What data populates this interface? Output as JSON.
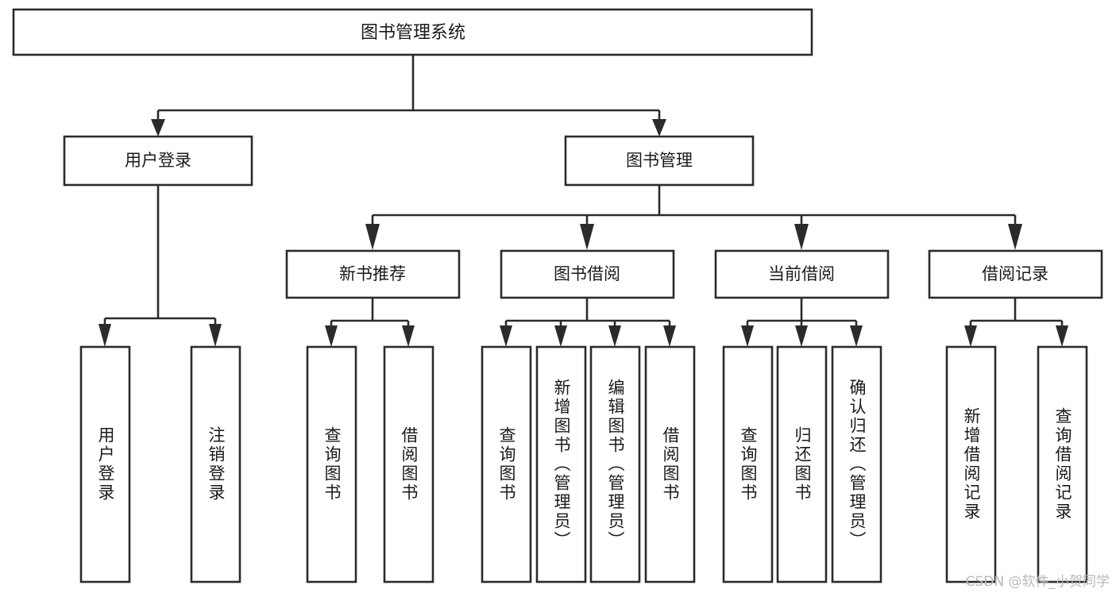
{
  "diagram": {
    "title": "图书管理系统",
    "type": "hierarchy-tree",
    "orientation": "top-down",
    "watermark": "CSDN @软件_小贺同学",
    "colors": {
      "box_fill": "#ffffff",
      "box_stroke": "#2b2b2b",
      "connector": "#2b2b2b",
      "text": "#1a1a1a",
      "watermark": "#b8b8b8",
      "background": "#ffffff"
    },
    "root": {
      "id": "root",
      "label": "图书管理系统"
    },
    "level2": [
      {
        "id": "user-login",
        "label": "用户登录"
      },
      {
        "id": "book-manage",
        "label": "图书管理"
      }
    ],
    "level3": [
      {
        "id": "new-book-recommend",
        "label": "新书推荐",
        "parent": "book-manage"
      },
      {
        "id": "book-borrow",
        "label": "图书借阅",
        "parent": "book-manage"
      },
      {
        "id": "current-borrow",
        "label": "当前借阅",
        "parent": "book-manage"
      },
      {
        "id": "borrow-record",
        "label": "借阅记录",
        "parent": "book-manage"
      }
    ],
    "leaves": [
      {
        "id": "leaf-user-login",
        "label": "用户登录",
        "parent": "user-login"
      },
      {
        "id": "leaf-logout",
        "label": "注销登录",
        "parent": "user-login"
      },
      {
        "id": "leaf-query-book-1",
        "label": "查询图书",
        "parent": "new-book-recommend"
      },
      {
        "id": "leaf-borrow-book-1",
        "label": "借阅图书",
        "parent": "new-book-recommend"
      },
      {
        "id": "leaf-query-book-2",
        "label": "查询图书",
        "parent": "book-borrow"
      },
      {
        "id": "leaf-add-book",
        "label": "新增图书（管理员）",
        "parent": "book-borrow"
      },
      {
        "id": "leaf-edit-book",
        "label": "编辑图书（管理员）",
        "parent": "book-borrow"
      },
      {
        "id": "leaf-borrow-book-2",
        "label": "借阅图书",
        "parent": "book-borrow"
      },
      {
        "id": "leaf-query-book-3",
        "label": "查询图书",
        "parent": "current-borrow"
      },
      {
        "id": "leaf-return-book",
        "label": "归还图书",
        "parent": "current-borrow"
      },
      {
        "id": "leaf-confirm-return",
        "label": "确认归还（管理员）",
        "parent": "current-borrow"
      },
      {
        "id": "leaf-add-record",
        "label": "新增借阅记录",
        "parent": "borrow-record"
      },
      {
        "id": "leaf-query-record",
        "label": "查询借阅记录",
        "parent": "borrow-record"
      }
    ]
  }
}
